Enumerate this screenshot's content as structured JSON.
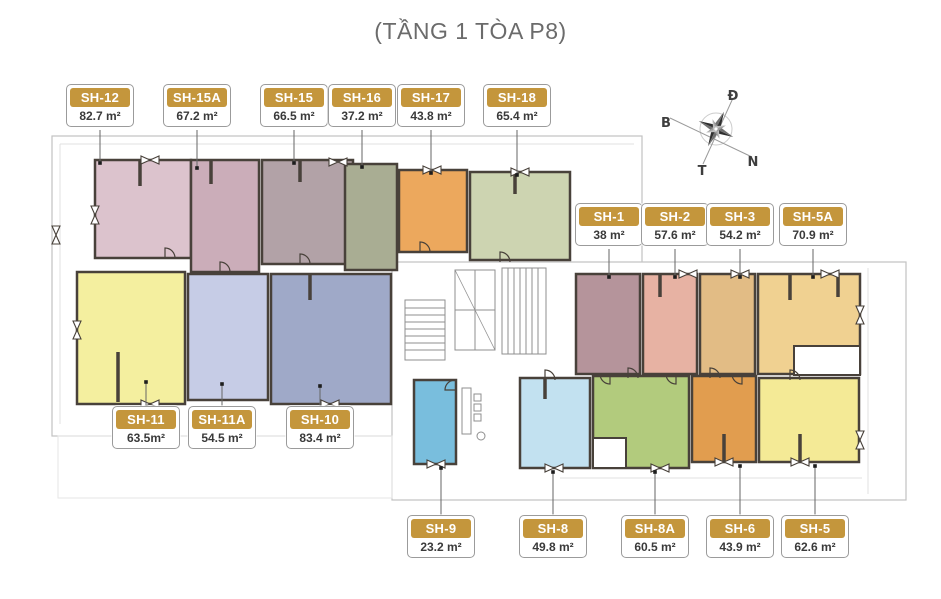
{
  "title": "(TẦNG 1 TÒA P8)",
  "compass": {
    "east_label": "Đ",
    "north_label": "B",
    "south_label": "N",
    "west_label": "T"
  },
  "colors": {
    "label_gold": "#c4963c",
    "wall": "#48413a",
    "outline": "#c2c2c2",
    "outline_faint": "#e0e0e0",
    "leader": "#666666",
    "title_text": "#6b6b6b",
    "fixture": "#8f8f8f",
    "compass_dark": "#2e2e2e",
    "compass_mid": "#6f6f6f",
    "compass_light": "#9a9a9a"
  },
  "units": [
    {
      "id": "SH-12",
      "label": "SH-12",
      "area": "82.7 m²",
      "color": "#dcc3cd"
    },
    {
      "id": "SH-15A",
      "label": "SH-15A",
      "area": "67.2 m²",
      "color": "#cbadb9"
    },
    {
      "id": "SH-15",
      "label": "SH-15",
      "area": "66.5 m²",
      "color": "#b2a2a7"
    },
    {
      "id": "SH-16",
      "label": "SH-16",
      "area": "37.2 m²",
      "color": "#a9ad93"
    },
    {
      "id": "SH-17",
      "label": "SH-17",
      "area": "43.8 m²",
      "color": "#eca85d"
    },
    {
      "id": "SH-18",
      "label": "SH-18",
      "area": "65.4 m²",
      "color": "#cdd4b1"
    },
    {
      "id": "SH-1",
      "label": "SH-1",
      "area": "38 m²",
      "color": "#b5949b"
    },
    {
      "id": "SH-2",
      "label": "SH-2",
      "area": "57.6 m²",
      "color": "#e7b2a3"
    },
    {
      "id": "SH-3",
      "label": "SH-3",
      "area": "54.2 m²",
      "color": "#e2bc85"
    },
    {
      "id": "SH-5A",
      "label": "SH-5A",
      "area": "70.9 m²",
      "color": "#f0d191"
    },
    {
      "id": "SH-11",
      "label": "SH-11",
      "area": "63.5m²",
      "color": "#f4ef9f"
    },
    {
      "id": "SH-11A",
      "label": "SH-11A",
      "area": "54.5 m²",
      "color": "#c6cce6"
    },
    {
      "id": "SH-10",
      "label": "SH-10",
      "area": "83.4 m²",
      "color": "#9fa9c8"
    },
    {
      "id": "SH-9",
      "label": "SH-9",
      "area": "23.2 m²",
      "color": "#79bedd"
    },
    {
      "id": "SH-8",
      "label": "SH-8",
      "area": "49.8 m²",
      "color": "#c2e1f0"
    },
    {
      "id": "SH-8A",
      "label": "SH-8A",
      "area": "60.5 m²",
      "color": "#b2cb7d"
    },
    {
      "id": "SH-6",
      "label": "SH-6",
      "area": "43.9 m²",
      "color": "#e19d4f"
    },
    {
      "id": "SH-5",
      "label": "SH-5",
      "area": "62.6 m²",
      "color": "#f4ea96"
    }
  ]
}
